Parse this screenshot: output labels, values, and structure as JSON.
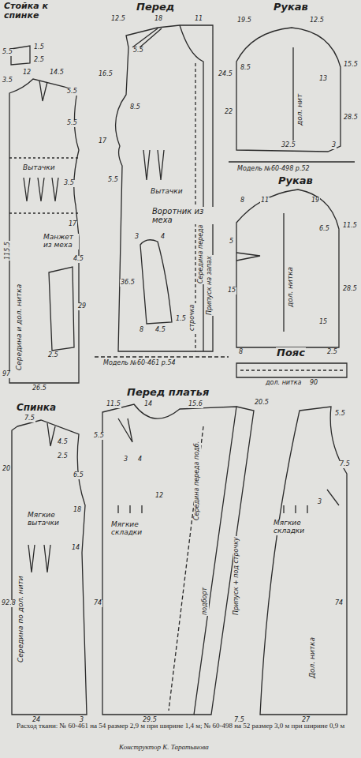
{
  "diagram": {
    "caption": "Расход ткани: № 60-461 на 54 размер 2,9 м при ширине 1,4 м; № 60-498 на 52 размер 3,0 м при ширине 0,9 м",
    "labels": [
      "Стойка к спинке",
      "5.5",
      "1.5",
      "2.5",
      "3.5",
      "12",
      "14.5",
      "5.5",
      "5.5",
      "Вытачки",
      "3.5",
      "17",
      "115.5",
      "Середина и дол. нитка",
      "Манжет из меха",
      "4.5",
      "29",
      "2.5",
      "97",
      "26.5",
      "Перед",
      "12.5",
      "18",
      "11",
      "5.5",
      "16.5",
      "8.5",
      "17",
      "5.5",
      "Вытачки",
      "24.5",
      "Воротник из меха",
      "3",
      "4",
      "36.5",
      "8",
      "4.5",
      "1.5",
      "строчка",
      "Середина переда",
      "Припуск на запах",
      "Модель №60-461 р.54",
      "Рукав",
      "19.5",
      "12.5",
      "8.5",
      "13",
      "15.5",
      "дол. нит",
      "22",
      "28.5",
      "32.5",
      "3",
      "Модель №60-498 р.52",
      "Рукав",
      "8",
      "11",
      "19",
      "6.5",
      "11.5",
      "5",
      "дол. нитка",
      "15",
      "15",
      "8",
      "8",
      "2.5",
      "28.5",
      "Пояс",
      "дол. нитка",
      "90",
      "Перед платья",
      "Спинка",
      "7.5",
      "20",
      "4.5",
      "2.5",
      "6.5",
      "18",
      "14",
      "Мягкие вытачки",
      "92.8",
      "Середина по дол. нити",
      "24",
      "3",
      "11.5",
      "14",
      "15.6",
      "20.5",
      "5.5",
      "3",
      "4",
      "12",
      "Мягкие складки",
      "74",
      "Середина переда подб.",
      "подборт",
      "Припуск + под строчку",
      "29.5",
      "Мягкие складки",
      "5.5",
      "7.5",
      "3",
      "74",
      "Дол. нитка",
      "7.5",
      "27",
      "Конструктор К. Таратынова"
    ]
  }
}
